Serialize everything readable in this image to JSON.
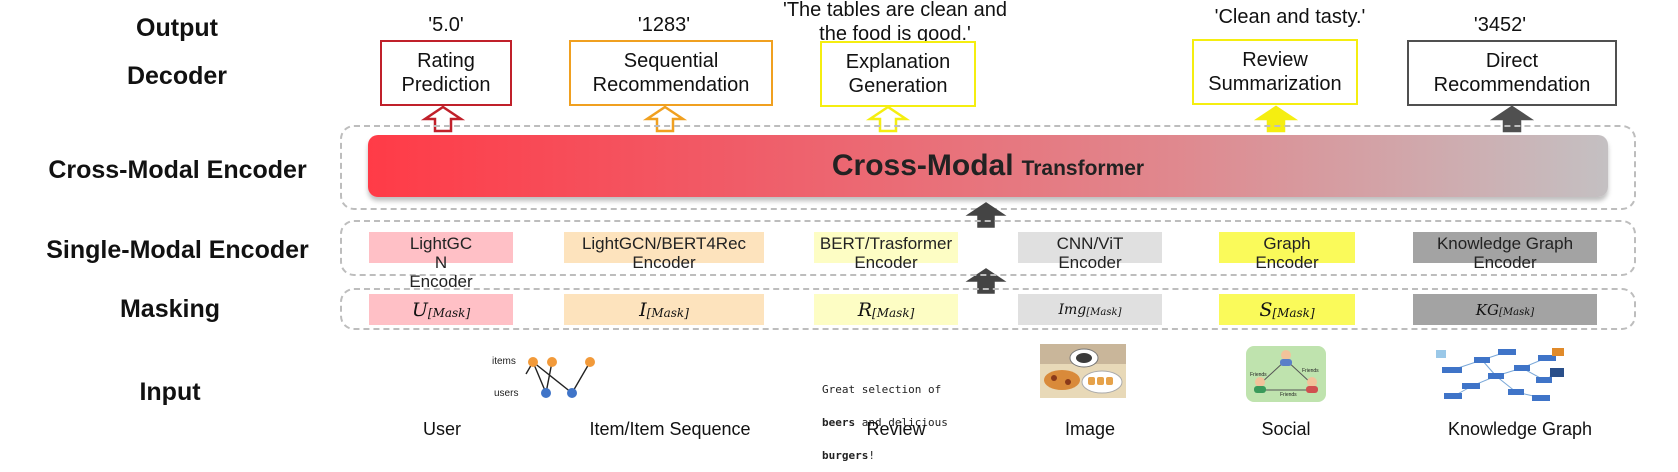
{
  "row_labels": {
    "output": "Output",
    "decoder": "Decoder",
    "cross_modal": "Cross-Modal Encoder",
    "single_modal": "Single-Modal Encoder",
    "masking": "Masking",
    "input": "Input"
  },
  "outputs": {
    "rating": "'5.0'",
    "sequential": "'1283'",
    "explanation_line1": "'The tables are clean and",
    "explanation_line2": "the food is good.'",
    "review": "'Clean and tasty.'",
    "direct": "'3452'"
  },
  "decoders": [
    {
      "line1": "Rating",
      "line2": "Prediction",
      "color": "#c0202a"
    },
    {
      "line1": "Sequential",
      "line2": "Recommendation",
      "color": "#f0a020"
    },
    {
      "line1": "Explanation",
      "line2": "Generation",
      "color": "#f5ee10"
    },
    {
      "line1": "Review",
      "line2": "Summarization",
      "color": "#f5ee10"
    },
    {
      "line1": "Direct",
      "line2": "Recommendation",
      "color": "#505050"
    }
  ],
  "transformer": {
    "big": "Cross-Modal",
    "small": "Transformer"
  },
  "encoders": [
    {
      "line1": "LightGC",
      "line2": "N",
      "line3": "Encoder",
      "color": "#ffc0c6"
    },
    {
      "line1": "LightGCN/BERT4Rec",
      "line2": "Encoder",
      "color": "#fde3bd"
    },
    {
      "line1": "BERT/Trasformer",
      "line2": "Encoder",
      "color": "#fdfdc4"
    },
    {
      "line1": "CNN/ViT",
      "line2": "Encoder",
      "color": "#e0e0e0"
    },
    {
      "line1": "Graph",
      "line2": "Encoder",
      "color": "#fafa5a"
    },
    {
      "line1": "Knowledge Graph",
      "line2": "Encoder",
      "color": "#a3a3a3"
    }
  ],
  "masks": [
    {
      "base": "U",
      "sub": "[Mask]",
      "color": "#ffc0c6"
    },
    {
      "base": "I",
      "sub": "[Mask]",
      "color": "#fde3bd"
    },
    {
      "base": "R",
      "sub": "[Mask]",
      "color": "#fdfdc4"
    },
    {
      "base": "Img",
      "sub": "[Mask]",
      "color": "#e0e0e0"
    },
    {
      "base": "S",
      "sub": "[Mask]",
      "color": "#fafa5a"
    },
    {
      "base": "KG",
      "sub": "[Mask]",
      "color": "#a3a3a3"
    }
  ],
  "inputs": [
    "User",
    "Item/Item Sequence",
    "Review",
    "Image",
    "Social",
    "Knowledge Graph"
  ],
  "user_graph": {
    "top_label": "items",
    "bottom_label": "users"
  },
  "review_text": {
    "line1": "Great selection of",
    "line2_bold": "beers",
    "line2_rest": " and delicious",
    "line3_bold": "burgers",
    "line3_rest": "!"
  },
  "social_labels": {
    "left": "Friends",
    "right": "Friends",
    "bottom": "Friends"
  },
  "icons": [
    "up-arrow-icon",
    "bipartite-graph-icon",
    "food-photo-icon",
    "social-network-icon",
    "knowledge-graph-icon"
  ]
}
